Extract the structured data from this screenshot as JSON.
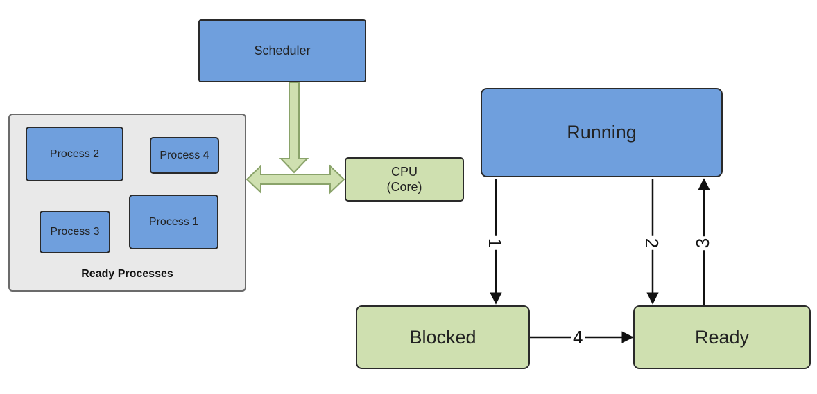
{
  "scheduler": {
    "label": "Scheduler"
  },
  "ready_group": {
    "label": "Ready Processes",
    "processes": [
      "Process 2",
      "Process 4",
      "Process 3",
      "Process 1"
    ]
  },
  "cpu": {
    "line1": "CPU",
    "line2": "(Core)"
  },
  "states": {
    "running": "Running",
    "blocked": "Blocked",
    "ready": "Ready"
  },
  "transitions": {
    "t1": "1",
    "t2": "2",
    "t3": "3",
    "t4": "4"
  },
  "colors": {
    "blue": "#6f9fdd",
    "green": "#cfe0b0",
    "group_bg": "#e9e9e9",
    "arrow": "#111111"
  }
}
